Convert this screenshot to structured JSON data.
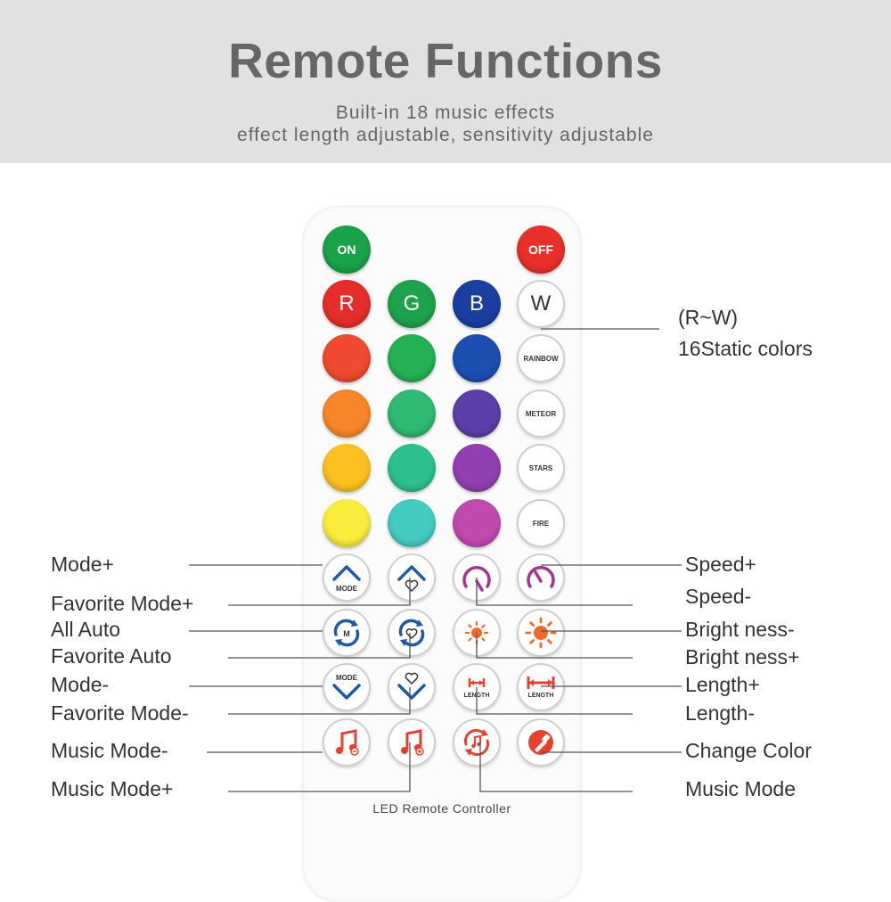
{
  "header": {
    "title": "Remote Functions",
    "subtitle_1": "Built-in 18 music effects",
    "subtitle_2": "effect length adjustable, sensitivity adjustable"
  },
  "remote": {
    "power": {
      "on": "ON",
      "off": "OFF"
    },
    "rgbw": [
      "R",
      "G",
      "B",
      "W"
    ],
    "effects": [
      "RAINBOW",
      "METEOR",
      "STARS",
      "FIRE"
    ],
    "mode_label": "MODE",
    "auto_label": "M",
    "length_label": "LENGTH",
    "brand": "LED Remote Controller",
    "colors": {
      "on": "#1aa24a",
      "off": "#e8302a",
      "r": "#e52e2b",
      "g": "#1ea24d",
      "b": "#1a3fa0",
      "row1": [
        "#f04a30",
        "#25b053",
        "#1c4fb1"
      ],
      "row2": [
        "#f7862a",
        "#2fb972",
        "#5d3ea8"
      ],
      "row3": [
        "#fcc020",
        "#2cc08c",
        "#9040b0"
      ],
      "row4": [
        "#f9ec3c",
        "#44cbc2",
        "#c14aad"
      ],
      "icon_blue": "#1e5aa8",
      "icon_purple": "#a4348f",
      "icon_orange": "#ee6a2a",
      "icon_red": "#e8402f"
    }
  },
  "annotations": {
    "rw": "(R~W)",
    "static": "16Static colors",
    "mode_plus": "Mode+",
    "fav_mode_plus": "Favorite Mode+",
    "all_auto": "All Auto",
    "fav_auto": "Favorite Auto",
    "mode_minus": "Mode-",
    "fav_mode_minus": "Favorite Mode-",
    "music_mode_minus": "Music Mode-",
    "music_mode_plus": "Music Mode+",
    "speed_plus": "Speed+",
    "speed_minus": "Speed-",
    "bright_minus": "Bright ness-",
    "bright_plus": "Bright ness+",
    "length_plus": "Length+",
    "length_minus": "Length-",
    "change_color": "Change Color",
    "music_mode": "Music Mode"
  }
}
